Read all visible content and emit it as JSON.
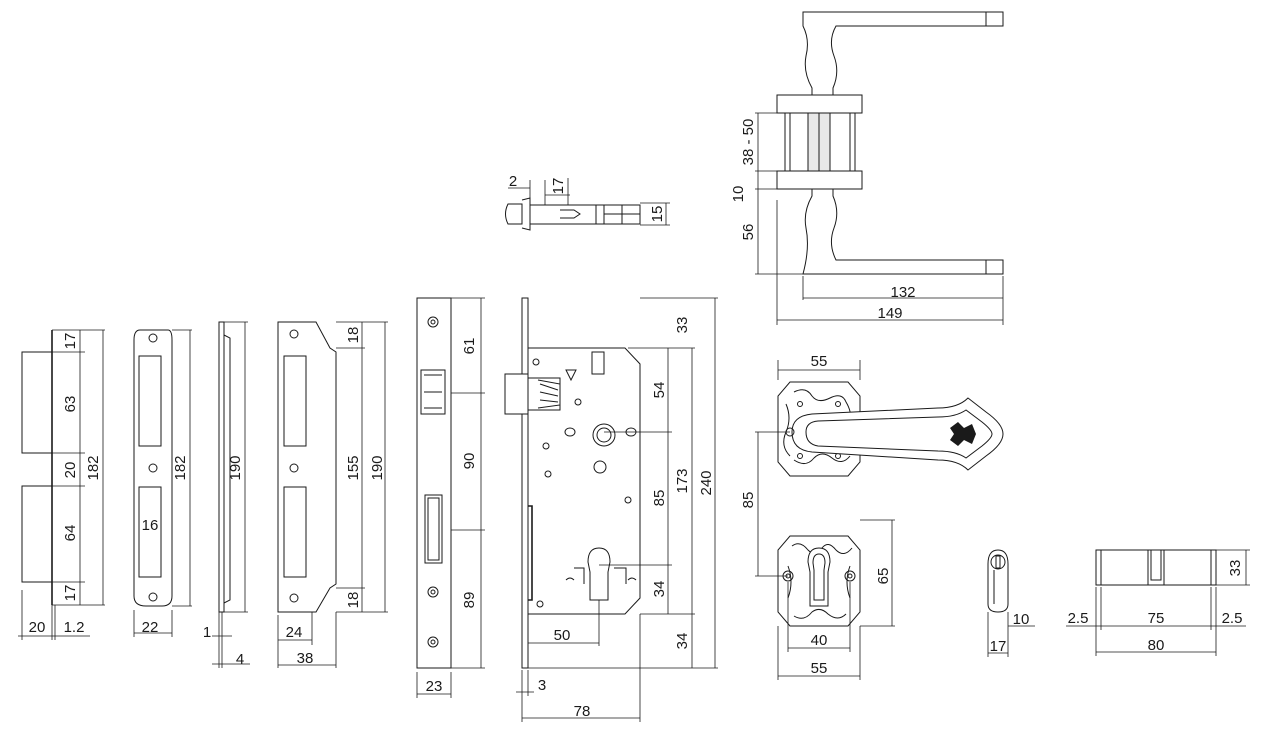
{
  "colors": {
    "line": "#1a1a1a",
    "background": "#ffffff"
  },
  "dims": {
    "strike_a": {
      "h1": "17",
      "h2": "63",
      "h3": "20",
      "h4": "64",
      "h5": "17",
      "total": "182",
      "w1": "20",
      "w2": "1.2"
    },
    "strike_b": {
      "slot": "16",
      "total": "182",
      "w": "22"
    },
    "strike_c": {
      "total": "190",
      "t1": "1",
      "t2": "4"
    },
    "strike_d": {
      "top": "18",
      "mid": "155",
      "total": "190",
      "bottom": "18",
      "w1": "24",
      "w2": "38"
    },
    "faceplate": {
      "a": "61",
      "b": "90",
      "c": "89",
      "w": "23"
    },
    "lockbody": {
      "a": "33",
      "b": "54",
      "c": "85",
      "d": "173",
      "e": "240",
      "f": "34",
      "g": "34",
      "backset": "50",
      "depth": "78",
      "plate": "3"
    },
    "latch": {
      "a": "2",
      "b": "17",
      "c": "15"
    },
    "handle_side": {
      "door": "38 - 50",
      "rose": "10",
      "lever_h": "56",
      "lever_len": "132",
      "total_len": "149"
    },
    "handle_front": {
      "rose_w": "55",
      "spacing": "85"
    },
    "escutcheon": {
      "h": "65",
      "inner": "40",
      "outer": "55"
    },
    "keyhole": {
      "a": "10",
      "b": "17"
    },
    "cylinder": {
      "left": "2.5",
      "mid": "75",
      "right": "2.5",
      "total": "80",
      "h": "33"
    }
  }
}
